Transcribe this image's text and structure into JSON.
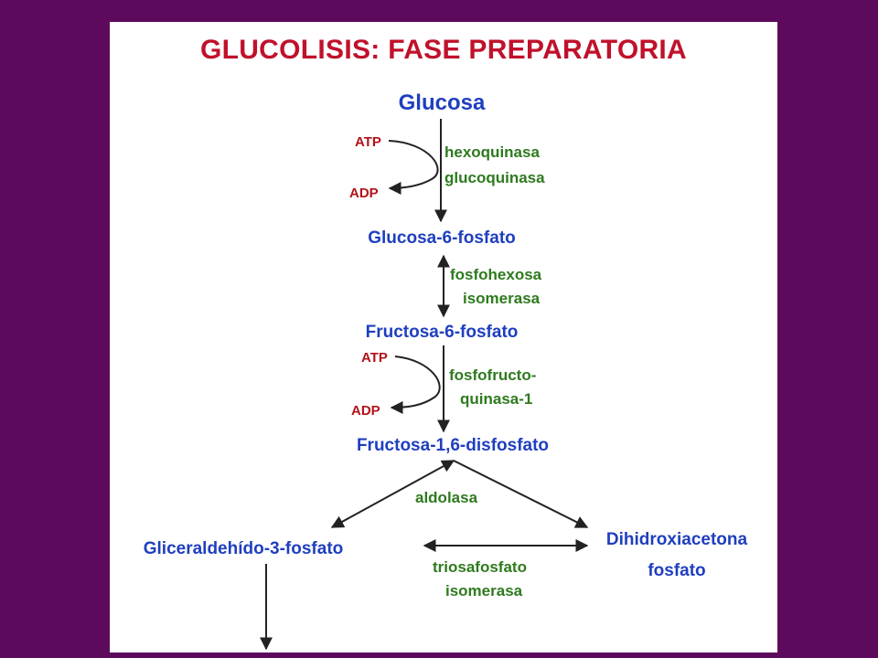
{
  "title": "GLUCOLISIS: FASE PREPARATORIA",
  "metabolites": {
    "glucosa": "Glucosa",
    "g6p": "Glucosa-6-fosfato",
    "f6p": "Fructosa-6-fosfato",
    "f16bp": "Fructosa-1,6-disfosfato",
    "g3p": "Gliceraldehído-3-fosfato",
    "dhap_line1": "Dihidroxiacetona",
    "dhap_line2": "fosfato"
  },
  "enzymes": {
    "step1_line1": "hexoquinasa",
    "step1_line2": "glucoquinasa",
    "step2_line1": "fosfohexosa",
    "step2_line2": "isomerasa",
    "step3_line1": "fosfofructo-",
    "step3_line2": "quinasa-1",
    "step4": "aldolasa",
    "step5_line1": "triosafosfato",
    "step5_line2": "isomerasa"
  },
  "cofactors": {
    "step1_in": "ATP",
    "step1_out": "ADP",
    "step3_in": "ATP",
    "step3_out": "ADP"
  },
  "colors": {
    "background": "#5e0a5c",
    "title": "#c0112b",
    "metabolite": "#1f3fbf",
    "enzyme": "#2e7a1e",
    "cofactor": "#b3121a"
  }
}
